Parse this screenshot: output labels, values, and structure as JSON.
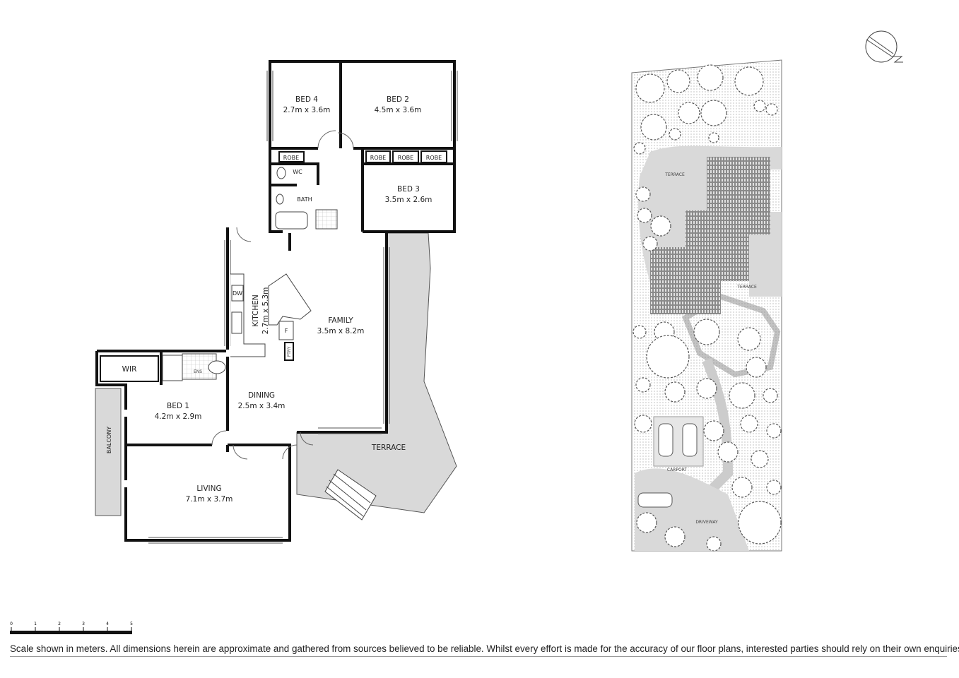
{
  "floor_plan": {
    "rooms": [
      {
        "name": "BED 4",
        "size": "2.7m x 3.6m"
      },
      {
        "name": "BED 2",
        "size": "4.5m x 3.6m"
      },
      {
        "name": "BED 3",
        "size": "3.5m x 2.6m"
      },
      {
        "name": "KITCHEN",
        "size": "2.7m x 5.3m"
      },
      {
        "name": "FAMILY",
        "size": "3.5m x 8.2m"
      },
      {
        "name": "DINING",
        "size": "2.5m x 3.4m"
      },
      {
        "name": "BED 1",
        "size": "4.2m x 2.9m"
      },
      {
        "name": "LIVING",
        "size": "7.1m x 3.7m"
      }
    ],
    "labels": {
      "robe": "ROBE",
      "wc": "WC",
      "bath": "BATH",
      "dw": "DW",
      "fridge": "F",
      "pantry": "PTRY",
      "wir": "WIR",
      "ens": "ENS",
      "balcony": "BALCONY",
      "terrace": "TERRACE"
    }
  },
  "site_plan": {
    "labels": {
      "terrace": "TERRACE",
      "carport": "CARPORT",
      "driveway": "DRIVEWAY"
    },
    "north_icon": "north-arrow-icon"
  },
  "scale_bar": {
    "ticks": [
      "0",
      "1",
      "2",
      "3",
      "4",
      "5"
    ],
    "unit": "meters"
  },
  "disclaimer": "Scale shown in meters. All dimensions herein are approximate and gathered from sources believed to be  reliable. Whilst every effort is made for the accuracy of our floor plans, interested parties should rely on their own enquiries.",
  "colors": {
    "wall": "#111111",
    "terrace": "#d9d9d9",
    "roof": "#8a8a8a",
    "grass": "#f4f4f4"
  }
}
